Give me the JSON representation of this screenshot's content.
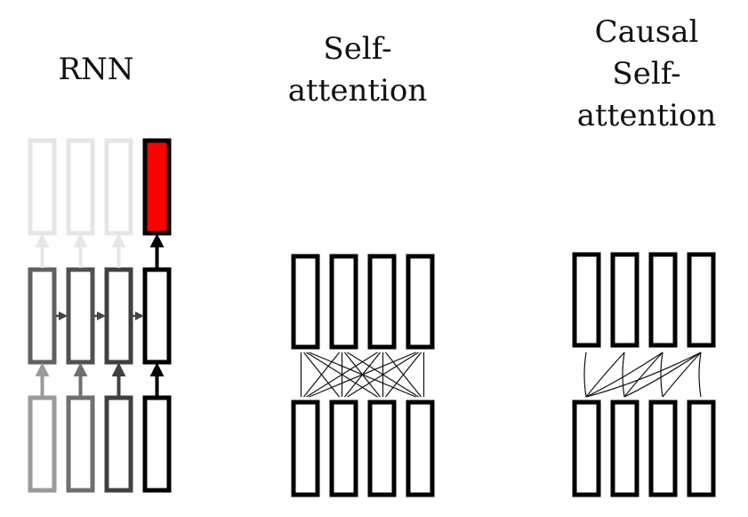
{
  "panels": {
    "rnn": {
      "title_lines": [
        "RNN"
      ]
    },
    "self_attention": {
      "title_lines": [
        "Self-",
        "attention"
      ]
    },
    "causal_self_attention": {
      "title_lines": [
        "Causal",
        "Self-",
        "attention"
      ]
    }
  },
  "colors": {
    "stroke_black": "#000000",
    "highlight_output": "#ff0000",
    "faded_output": "#e6e6e6",
    "rnn_column_shades": [
      "#9a9a9a",
      "#707070",
      "#404040",
      "#000000"
    ],
    "hidden_shades": [
      "#606060",
      "#505050",
      "#404040",
      "#000000"
    ]
  }
}
